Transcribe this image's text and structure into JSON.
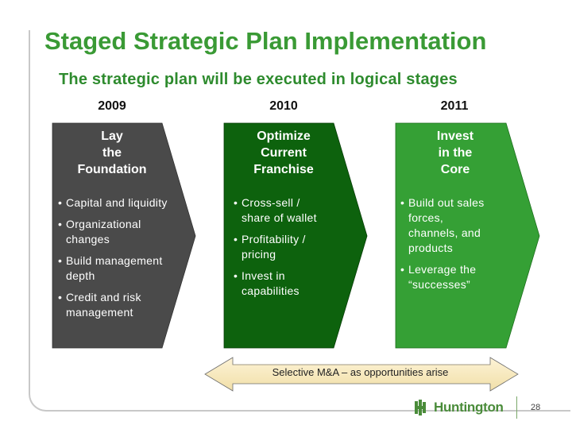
{
  "title": "Staged Strategic Plan Implementation",
  "subtitle": "The strategic plan will be executed in logical stages",
  "stages": [
    {
      "year": "2009",
      "heading": [
        "Lay",
        "the",
        "Foundation"
      ],
      "bullets": [
        [
          "Capital and liquidity"
        ],
        [
          "Organizational",
          "changes"
        ],
        [
          "Build management",
          "depth"
        ],
        [
          "Credit and risk",
          "management"
        ]
      ],
      "color": "#4a4a4a"
    },
    {
      "year": "2010",
      "heading": [
        "Optimize",
        "Current",
        "Franchise"
      ],
      "bullets": [
        [
          "Cross-sell /",
          "share of wallet"
        ],
        [
          "Profitability /",
          "pricing"
        ],
        [
          "Invest in",
          "capabilities"
        ]
      ],
      "color": "#0d620d"
    },
    {
      "year": "2011",
      "heading": [
        "Invest",
        "in the",
        "Core"
      ],
      "bullets": [
        [
          "Build out sales",
          "forces,",
          "channels, and",
          "products"
        ],
        [
          "Leverage the",
          "“successes”"
        ]
      ],
      "color": "#35a035"
    }
  ],
  "arrow_label": "Selective M&A – as opportunities arise",
  "logo_text": "Huntington",
  "page_number": "28"
}
